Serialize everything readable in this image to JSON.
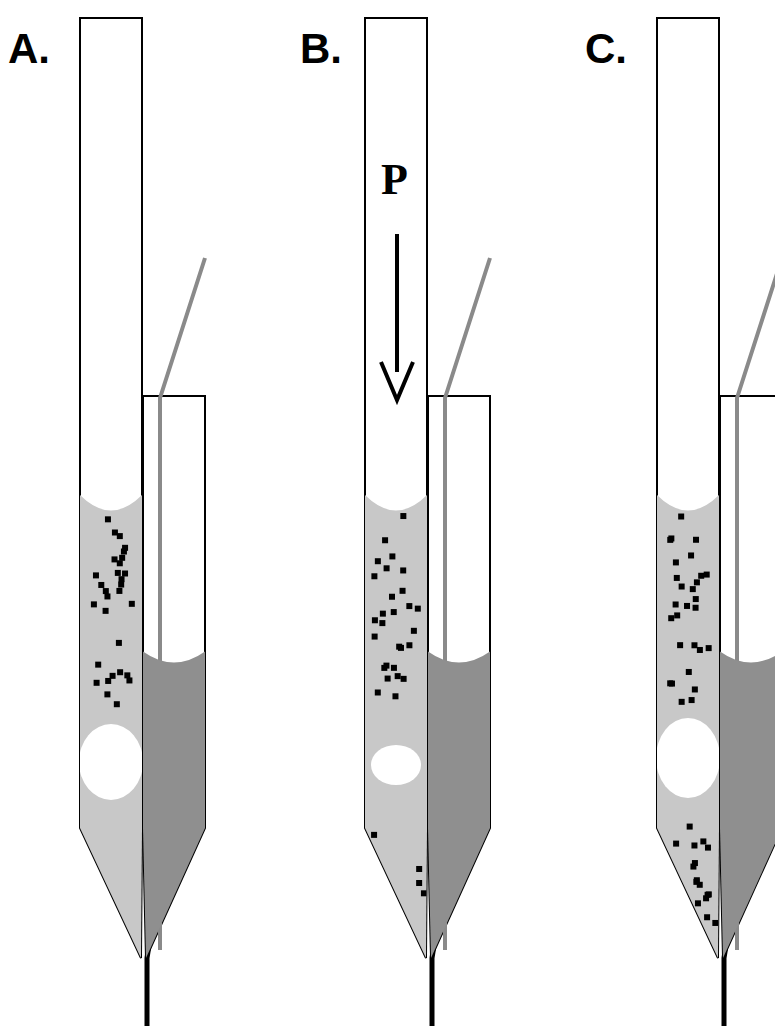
{
  "diagram": {
    "labels": [
      "A.",
      "B.",
      "C.",
      "P"
    ]
  }
}
